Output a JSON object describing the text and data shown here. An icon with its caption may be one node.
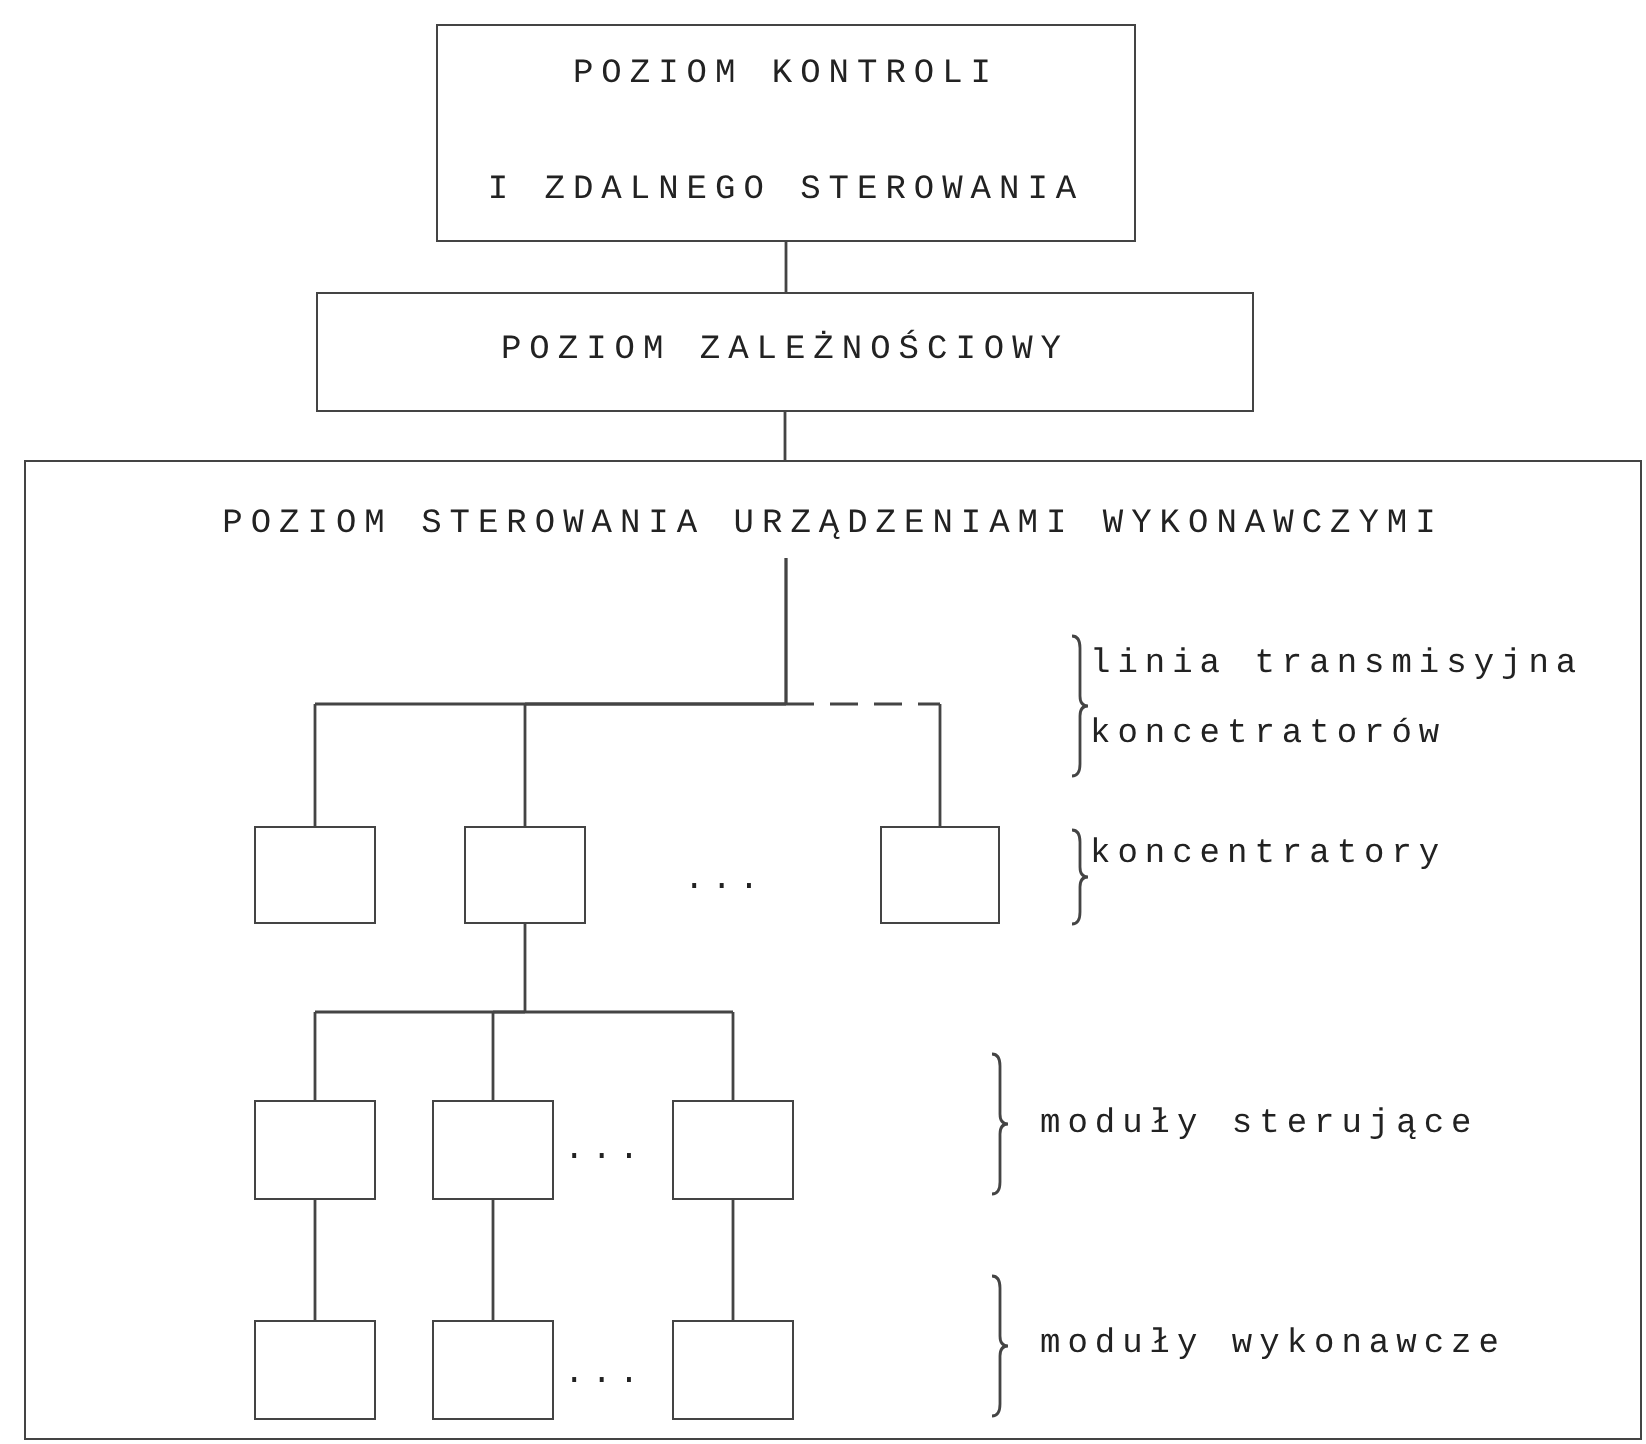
{
  "diagram": {
    "nodes": [
      {
        "text": [
          "POZIOM KONTROLI",
          "I ZDALNEGO STEROWANIA"
        ]
      },
      {
        "text": [
          "POZIOM ZALEŻNOŚCIOWY"
        ]
      },
      {
        "text": [
          "POZIOM STEROWANIA URZĄDZENIAMI WYKONAWCZYMI"
        ]
      },
      {
        "text": [],
        "shape": "box",
        "in": 2
      },
      {
        "text": [],
        "shape": "box",
        "in": 2
      },
      {
        "text": [],
        "shape": "box",
        "in": 2
      },
      {
        "text": [],
        "shape": "box",
        "in": 2
      },
      {
        "text": [],
        "shape": "box",
        "in": 2
      },
      {
        "text": [],
        "shape": "box",
        "in": 2
      },
      {
        "text": [],
        "shape": "box",
        "in": 2
      },
      {
        "text": [],
        "shape": "box",
        "in": 2
      },
      {
        "text": [],
        "shape": "box",
        "in": 2
      }
    ],
    "edges": [
      {
        "from": 0,
        "to": 1,
        "arrow": "none"
      },
      {
        "from": 1,
        "to": 2,
        "arrow": "none"
      },
      {
        "from": 2,
        "to": 3,
        "arrow": "none"
      },
      {
        "from": 2,
        "to": 4,
        "arrow": "none"
      },
      {
        "from": 2,
        "to": 5,
        "arrow": "none",
        "style": "dashed"
      },
      {
        "from": 4,
        "to": 6,
        "arrow": "none"
      },
      {
        "from": 4,
        "to": 7,
        "arrow": "none"
      },
      {
        "from": 4,
        "to": 8,
        "arrow": "none"
      },
      {
        "from": 6,
        "to": 9,
        "arrow": "none"
      },
      {
        "from": 7,
        "to": 10,
        "arrow": "none"
      },
      {
        "from": 8,
        "to": 11,
        "arrow": "none"
      }
    ],
    "labels": [
      "linia transmisyjna koncetratorów",
      "...",
      "koncentratory",
      "...",
      "moduły sterujące",
      "...",
      "moduły wykonawcze"
    ]
  }
}
